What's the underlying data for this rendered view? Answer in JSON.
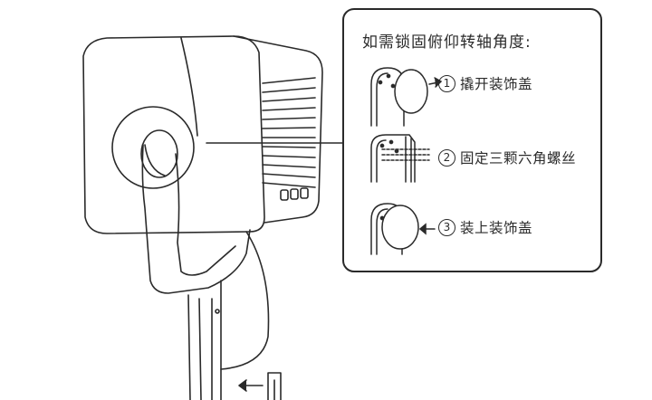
{
  "panel": {
    "title": "如需锁固俯仰转轴角度:",
    "steps": [
      {
        "number": "1",
        "label": "撬开装饰盖",
        "illustration": "open-cover"
      },
      {
        "number": "2",
        "label": "固定三颗六角螺丝",
        "illustration": "fix-screws"
      },
      {
        "number": "3",
        "label": "装上装饰盖",
        "illustration": "install-cover"
      }
    ]
  },
  "colors": {
    "line": "#2a2a2a",
    "background": "#ffffff"
  }
}
